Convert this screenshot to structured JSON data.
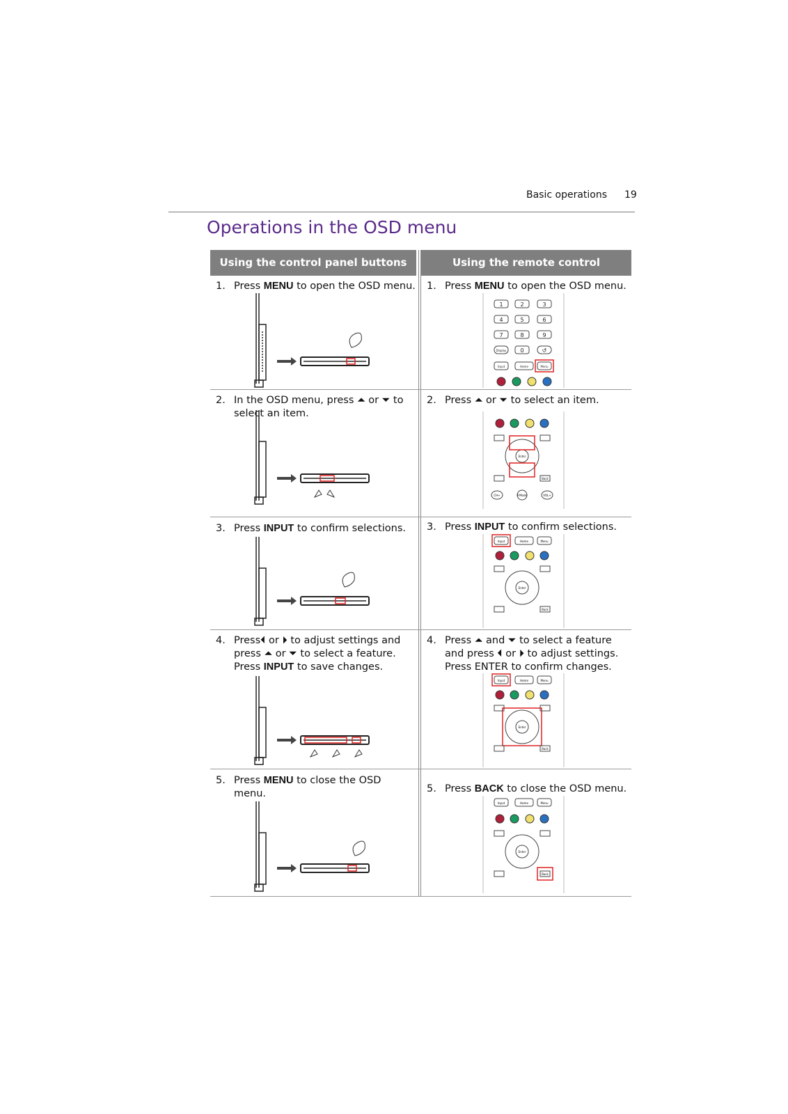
{
  "header": {
    "section": "Basic operations",
    "page": "19"
  },
  "title": "Operations in the OSD menu",
  "table": {
    "col_left": "Using the control panel buttons",
    "col_right": "Using the remote control",
    "rows": [
      {
        "left_num": "1.",
        "right_num": "1.",
        "left": [
          "Press ",
          "MENU",
          " to open the OSD menu."
        ],
        "right": [
          "Press ",
          "MENU",
          " to open the OSD menu."
        ]
      },
      {
        "left_num": "2.",
        "right_num": "2.",
        "left_a": "In the OSD menu, press ",
        "left_b": " or ",
        "left_c": " to select an item.",
        "right_a": "Press ",
        "right_b": " or ",
        "right_c": " to select an item."
      },
      {
        "left_num": "3.",
        "right_num": "3.",
        "left": [
          "Press ",
          "INPUT",
          " to confirm selections."
        ],
        "right": [
          "Press ",
          "INPUT",
          " to confirm selections."
        ]
      },
      {
        "left_num": "4.",
        "right_num": "4.",
        "left_1a": "Press",
        "left_1b": " or ",
        "left_1c": " to adjust settings and",
        "left_2a": "press ",
        "left_2b": " or ",
        "left_2c": " to select a feature.",
        "left_3a": "Press ",
        "left_3b": "INPUT",
        "left_3c": " to save changes.",
        "right_1a": "Press ",
        "right_1b": " and ",
        "right_1c": " to select a feature",
        "right_2a": "and press ",
        "right_2b": " or ",
        "right_2c": " to adjust settings.",
        "right_3": "Press ENTER to confirm changes."
      },
      {
        "left_num": "5.",
        "right_num": "5.",
        "left": [
          "Press ",
          "MENU",
          " to close the OSD menu."
        ],
        "right": [
          "Press ",
          "BACK",
          " to close the OSD menu."
        ]
      }
    ]
  },
  "remote_labels": {
    "keys": [
      "1",
      "2",
      "3",
      "4",
      "5",
      "6",
      "7",
      "8",
      "9",
      "Display",
      "0",
      "↺"
    ],
    "input": "Input",
    "home": "Home",
    "menu": "Menu",
    "enter": "Enter",
    "back": "Back",
    "chplus": "CH+",
    "pmode": "P.Mode",
    "volplus": "VOL+"
  },
  "colors": {
    "title": "#5a2a8a",
    "header_bg": "#7f7f7f",
    "highlight": "#e02020",
    "btn_red": "#b0203a",
    "btn_green": "#1a9a60",
    "btn_yellow": "#f0e070",
    "btn_blue": "#2a70c0"
  }
}
